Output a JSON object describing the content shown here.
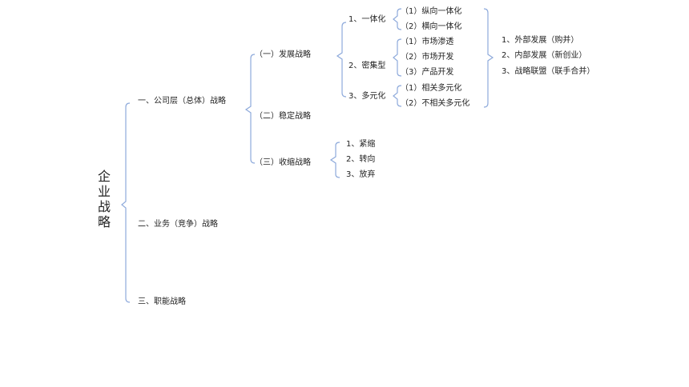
{
  "root": {
    "chars": [
      "企",
      "业",
      "战",
      "略"
    ]
  },
  "level1": {
    "corporate": "一、公司层（总体）战略",
    "business": "二、业务（竞争）战略",
    "functional": "三、职能战略"
  },
  "corporate_branches": {
    "development": "（一）发展战略",
    "stability": "（二）稳定战略",
    "retrenchment": "（三）收缩战略"
  },
  "development_types": {
    "integration": "1、一体化",
    "intensive": "2、密集型",
    "diversification": "3、多元化"
  },
  "integration_items": [
    "（1）纵向一体化",
    "（2）横向一体化"
  ],
  "intensive_items": [
    "（1）市场渗透",
    "（2）市场开发",
    "（3）产品开发"
  ],
  "diversification_items": [
    "（1）相关多元化",
    "（2）不相关多元化"
  ],
  "development_paths": [
    "1、外部发展（购并）",
    "2、内部发展（新创业）",
    "3、战略联盟（联手合并）"
  ],
  "retrenchment_items": [
    "1、紧缩",
    "2、转向",
    "3、放弃"
  ],
  "colors": {
    "line": "#8eaadb",
    "text": "#222222"
  }
}
